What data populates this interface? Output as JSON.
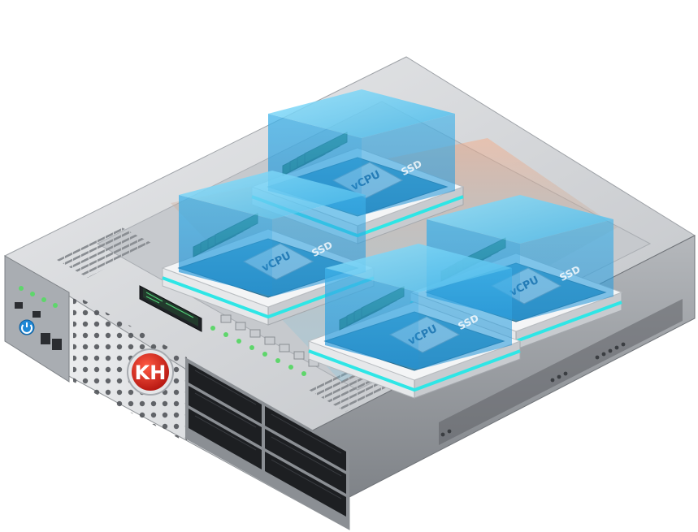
{
  "illustration": {
    "logo_text": "KH",
    "modules": [
      {
        "cpu_label": "vCPU",
        "storage_label": "SSD"
      },
      {
        "cpu_label": "vCPU",
        "storage_label": "SSD"
      },
      {
        "cpu_label": "vCPU",
        "storage_label": "SSD"
      },
      {
        "cpu_label": "vCPU",
        "storage_label": "SSD"
      }
    ],
    "colors": {
      "chassis": "#d7d9dc",
      "chassis_dark": "#8d9196",
      "glass": "#4fc3ef",
      "accent_glow": "#2ee6e6",
      "logo": "#d7261e",
      "drive_bay": "#1d1f22"
    },
    "icons": [
      "power-icon",
      "logo-badge",
      "drive-bay-icon",
      "led-indicator-icon",
      "ram-module-icon"
    ]
  }
}
